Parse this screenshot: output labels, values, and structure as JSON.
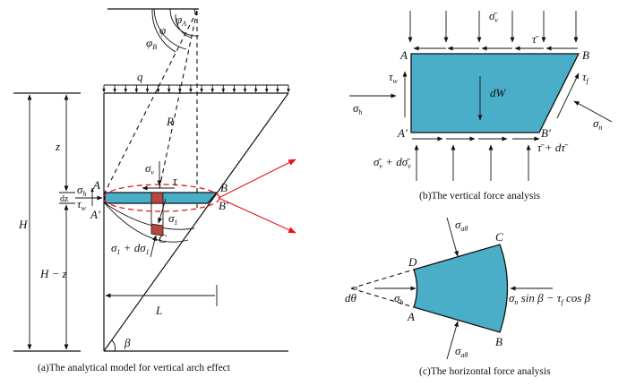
{
  "figure": {
    "panel_a": {
      "caption": "(a)The analytical model  for vertical arch effect",
      "labels": {
        "phi_A": "φ",
        "phi_A_sub": "A",
        "phi": "φ",
        "phi_B": "φ",
        "phi_B_sub": "B",
        "q": "q",
        "R": "R",
        "z": "z",
        "H": "H",
        "H_minus_z": "H − z",
        "dz": "dz",
        "sigma_h": "σ",
        "sigma_h_sub": "h",
        "tau_w": "τ",
        "tau_w_sub": "w",
        "sigma_v": "σ",
        "sigma_v_sub": "v",
        "tau": "τ",
        "sigma_1": "σ",
        "sigma_1_sub": "1",
        "sigma_1_plus": "σ",
        "sigma_1_plus_sub": "1",
        "sigma_1_plus_rest": " + dσ",
        "sigma_1_plus_sub2": "1",
        "A": "A",
        "A_prime": "A′",
        "B": "B",
        "B_prime": "B′",
        "C": "C",
        "L": "L",
        "beta": "β"
      }
    },
    "panel_b": {
      "caption": "(b)The vertical force analysis",
      "labels": {
        "sigma_v_bar": "σ̄",
        "sigma_v_bar_sub": "v",
        "tau_bar": "τ̄",
        "A": "A",
        "B": "B",
        "A_prime": "A′",
        "B_prime": "B′",
        "tau_w": "τ",
        "tau_w_sub": "w",
        "tau_f": "τ",
        "tau_f_sub": "f",
        "dW": "dW",
        "sigma_h": "σ",
        "sigma_h_sub": "h",
        "sigma_n": "σ",
        "sigma_n_sub": "n",
        "tau_bar_plus": "τ̄ + dτ̄",
        "sigma_v_bar_plus": "σ̄",
        "sigma_v_bar_plus_sub": "v",
        "sigma_v_bar_plus_rest": " + dσ̄",
        "sigma_v_bar_plus_sub2": "v"
      }
    },
    "panel_c": {
      "caption": "(c)The horizontal force analysis",
      "labels": {
        "sigma_a_theta_top": "σ",
        "sigma_a_theta_top_sub": "aθ",
        "sigma_a_theta_bottom": "σ",
        "sigma_a_theta_bottom_sub": "aθ",
        "C": "C",
        "D": "D",
        "A": "A",
        "B": "B",
        "d_theta": "dθ",
        "sigma_h": "σ",
        "sigma_h_sub": "h",
        "right_force": "σ",
        "right_force_sub": "n",
        "right_force_rest": " sin β − τ",
        "right_force_sub2": "f",
        "right_force_rest2": " cos β"
      }
    },
    "colors": {
      "element_fill": "#4aaec8",
      "strip_fill": "#b9473d",
      "arch_red": "#e8141b",
      "line": "#111111"
    }
  }
}
